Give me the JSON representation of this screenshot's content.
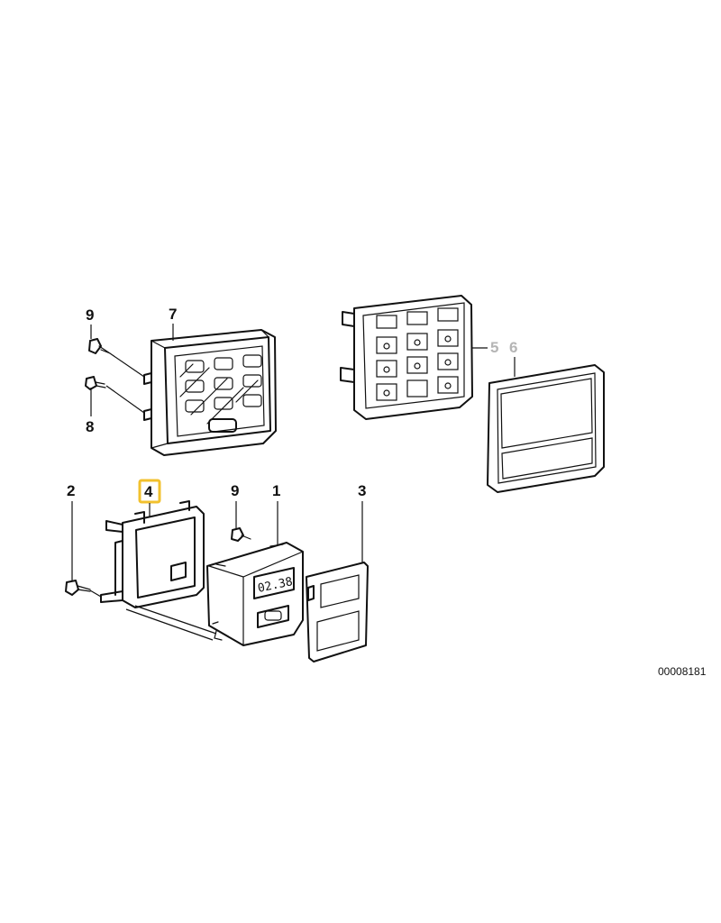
{
  "callouts": {
    "c9a": "9",
    "c8": "8",
    "c7": "7",
    "c5": "5",
    "c6": "6",
    "c2": "2",
    "c4": "4",
    "c9b": "9",
    "c1": "1",
    "c3": "3"
  },
  "display_reading": "02.38",
  "drawing_number": "00008181",
  "colors": {
    "highlight": "#f2c12e",
    "ink": "#111111",
    "dim_label": "#b5b5b5"
  }
}
